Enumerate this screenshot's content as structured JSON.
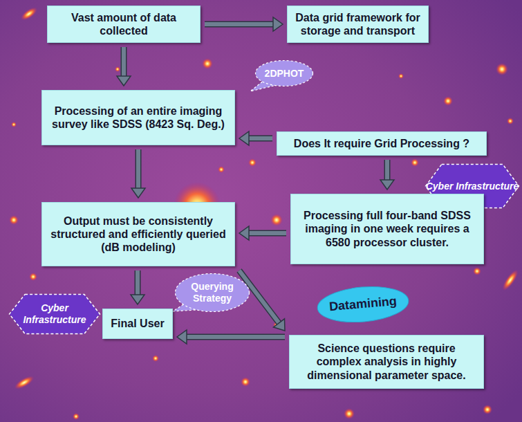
{
  "diagram": {
    "nodes": [
      {
        "text": [
          "Vast amount of data collected"
        ]
      },
      {
        "text": [
          "Data grid framework for storage and transport"
        ]
      },
      {
        "text": [
          "2DPHOT"
        ]
      },
      {
        "text": [
          "Processing of an entire imaging survey like SDSS (8423 Sq. Deg.)"
        ]
      },
      {
        "text": [
          "Does It require Grid Processing ?"
        ]
      },
      {
        "text": [
          "Cyber Infrastructure"
        ]
      },
      {
        "text": [
          "Output must be consistently structured and efficiently queried (dB modeling)"
        ]
      },
      {
        "text": [
          "Processing full four-band SDSS imaging in one week requires a 6580 processor cluster."
        ]
      },
      {
        "text": [
          "Cyber Infrastructure"
        ]
      },
      {
        "text": [
          "Querying Strategy"
        ]
      },
      {
        "text": [
          "Datamining"
        ]
      },
      {
        "text": [
          "Final User"
        ]
      },
      {
        "text": [
          "Science questions require complex analysis in highly dimensional parameter space."
        ]
      }
    ],
    "edges": [
      {
        "from": 0,
        "to": 1,
        "arrow": "to"
      },
      {
        "from": 0,
        "to": 3,
        "arrow": "to"
      },
      {
        "from": 4,
        "to": 3,
        "arrow": "to"
      },
      {
        "from": 4,
        "to": 7,
        "arrow": "to"
      },
      {
        "from": 3,
        "to": 6,
        "arrow": "to"
      },
      {
        "from": 7,
        "to": 6,
        "arrow": "to"
      },
      {
        "from": 6,
        "to": 11,
        "arrow": "to"
      },
      {
        "from": 6,
        "to": 12,
        "arrow": "to"
      },
      {
        "from": 12,
        "to": 11,
        "arrow": "to"
      }
    ]
  }
}
